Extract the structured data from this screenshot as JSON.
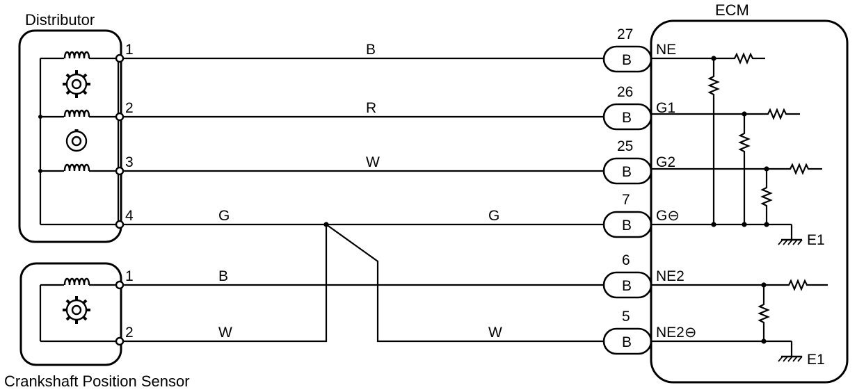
{
  "labels": {
    "distributor": "Distributor",
    "ecm": "ECM",
    "crankshaft": "Crankshaft Position Sensor"
  },
  "distributor_pins": [
    "1",
    "2",
    "3",
    "4"
  ],
  "sensor_pins": [
    "1",
    "2"
  ],
  "wires": {
    "d1": "B",
    "d2": "R",
    "d3": "W",
    "d4_left": "G",
    "d4_right": "G",
    "s1": "B",
    "s2_left": "W",
    "s2_right": "W"
  },
  "connectors": [
    {
      "number": "27",
      "code": "B",
      "terminal": "NE"
    },
    {
      "number": "26",
      "code": "B",
      "terminal": "G1"
    },
    {
      "number": "25",
      "code": "B",
      "terminal": "G2"
    },
    {
      "number": "7",
      "code": "B",
      "terminal": "G⊖"
    },
    {
      "number": "6",
      "code": "B",
      "terminal": "NE2"
    },
    {
      "number": "5",
      "code": "B",
      "terminal": "NE2⊖"
    }
  ],
  "grounds": [
    "E1",
    "E1"
  ]
}
